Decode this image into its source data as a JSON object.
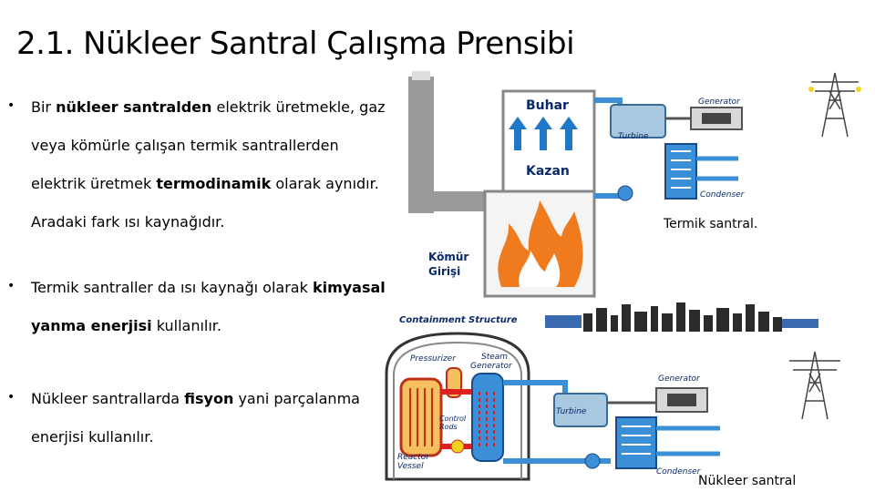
{
  "slide": {
    "title": "2.1. Nükleer Santral Çalışma Prensibi"
  },
  "bullets": [
    {
      "lines": [
        [
          {
            "t": "Bir "
          },
          {
            "t": "nükleer santralden",
            "b": true
          },
          {
            "t": " elektrik üretmekle, gaz"
          }
        ],
        [
          {
            "t": "veya kömürle çalışan termik  santrallerden"
          }
        ],
        [
          {
            "t": "elektrik üretmek "
          },
          {
            "t": "termodinamik",
            "b": true
          },
          {
            "t": " olarak aynıdır."
          }
        ],
        [
          {
            "t": "Aradaki fark ısı kaynağıdır."
          }
        ]
      ]
    },
    {
      "lines": [
        [
          {
            "t": "Termik santraller da ısı kaynağı olarak "
          },
          {
            "t": "kimyasal",
            "b": true
          }
        ],
        [
          {
            "t": "yanma enerjisi",
            "b": true
          },
          {
            "t": " kullanılır."
          }
        ]
      ]
    },
    {
      "lines": [
        [
          {
            "t": "Nükleer santrallarda "
          },
          {
            "t": "fisyon",
            "b": true
          },
          {
            "t": " yani parçalanma"
          }
        ],
        [
          {
            "t": "enerjisi kullanılır."
          }
        ]
      ]
    }
  ],
  "thermal_plant": {
    "caption": "Termik santral.",
    "labels": {
      "steam": "Buhar",
      "boiler": "Kazan",
      "coal_inlet_1": "Kömür",
      "coal_inlet_2": "Girişi",
      "generator": "Generator",
      "turbine": "Turbine",
      "condenser": "Condenser"
    }
  },
  "nuclear_plant": {
    "caption": "Nükleer santral",
    "labels": {
      "containment": "Containment Structure",
      "pressurizer": "Pressurizer",
      "steam_generator_1": "Steam",
      "steam_generator_2": "Generator",
      "control_rods_1": "Control",
      "control_rods_2": "Rods",
      "reactor_vessel_1": "Reactor",
      "reactor_vessel_2": "Vessel",
      "generator": "Generator",
      "turbine": "Turbine",
      "condenser": "Condenser"
    }
  },
  "colors": {
    "water_blue": "#3a8fd6",
    "hot_red": "#e02020",
    "flame_orange": "#f07a1e",
    "boiler_gray": "#9a9a9a"
  }
}
